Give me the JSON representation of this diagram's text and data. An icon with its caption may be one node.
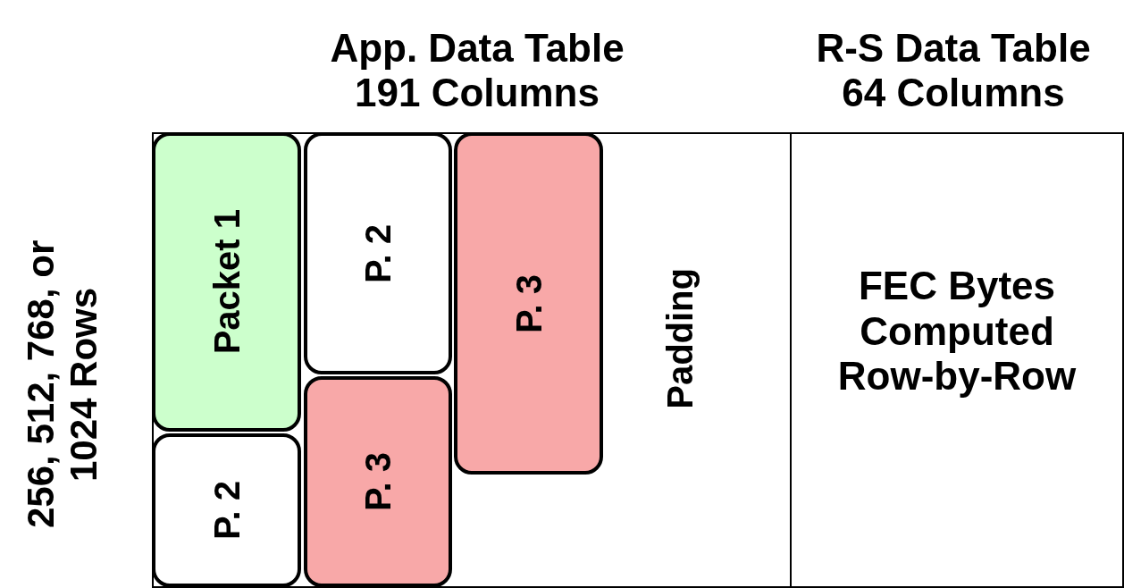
{
  "diagram": {
    "nodes": [
      {
        "text": [
          "App. Data Table 191 Columns",
          "Padding"
        ]
      },
      {
        "text": [
          "R-S Data Table 64 Columns",
          "FEC Bytes Computed Row-by-Row"
        ]
      },
      {
        "text": [
          "Packet 1"
        ],
        "in": 0
      },
      {
        "text": [
          "P. 2"
        ],
        "in": 0
      },
      {
        "text": [
          "P. 3"
        ],
        "in": 0
      },
      {
        "text": [
          "P. 2"
        ],
        "in": 0
      },
      {
        "text": [
          "P. 3"
        ],
        "in": 0
      }
    ],
    "edges": [],
    "labels": [
      "256, 512, 768, or 1024 Rows"
    ]
  }
}
